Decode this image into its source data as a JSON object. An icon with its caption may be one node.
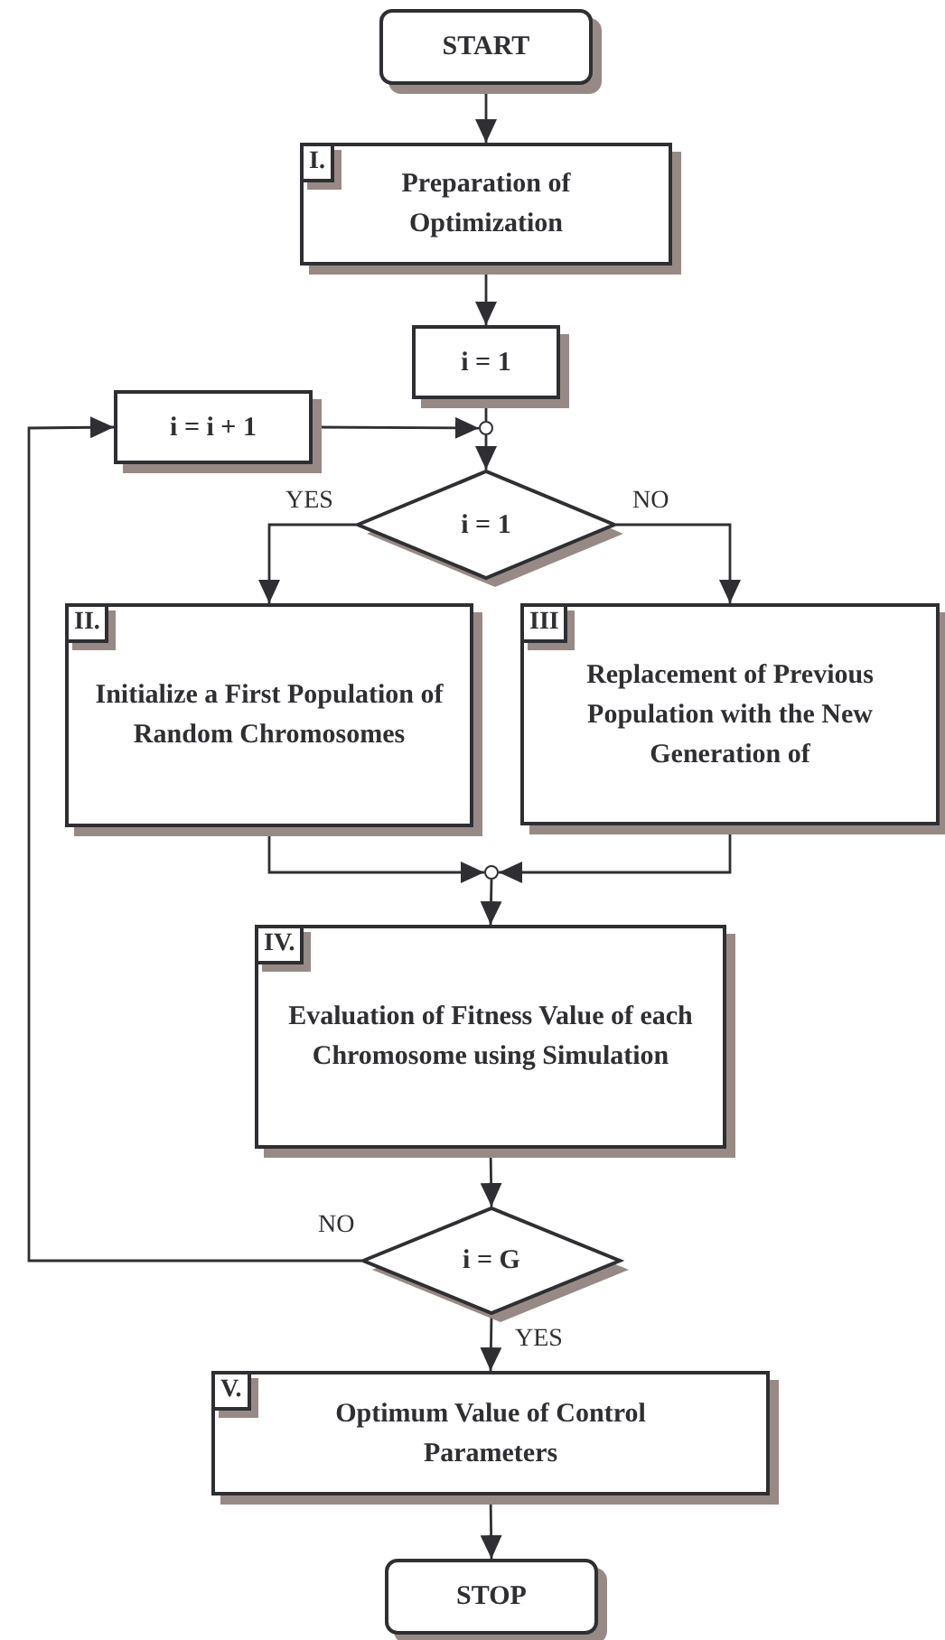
{
  "diagram": {
    "nodes": [
      {
        "text": [
          "START"
        ]
      },
      {
        "text": [
          "I.",
          "Preparation of Optimization"
        ]
      },
      {
        "text": [
          "i = 1"
        ]
      },
      {
        "text": [
          "i = i + 1"
        ]
      },
      {
        "text": [],
        "shape": "circle"
      },
      {
        "text": [
          "i = 1"
        ]
      },
      {
        "text": [
          "II.",
          "Initialize a First Population of Random Chromosomes"
        ]
      },
      {
        "text": [
          "III",
          "Replacement of Previous Population with the New Generation of"
        ]
      },
      {
        "text": [],
        "shape": "circle"
      },
      {
        "text": [
          "IV.",
          "Evaluation of Fitness Value of each Chromosome using Simulation"
        ]
      },
      {
        "text": [
          "i = G"
        ]
      },
      {
        "text": [
          "V.",
          "Optimum Value of Control Parameters"
        ]
      },
      {
        "text": [
          "STOP"
        ]
      }
    ],
    "edges": [
      {
        "from": 0,
        "to": 1,
        "arrow": "to"
      },
      {
        "from": 1,
        "to": 2,
        "arrow": "to"
      },
      {
        "from": 2,
        "to": 4,
        "arrow": "none"
      },
      {
        "from": 3,
        "to": 4,
        "arrow": "to"
      },
      {
        "from": 4,
        "to": 5,
        "arrow": "to"
      },
      {
        "from": 5,
        "to": 6,
        "arrow": "to",
        "label": "YES"
      },
      {
        "from": 5,
        "to": 7,
        "arrow": "to",
        "label": "NO"
      },
      {
        "from": 6,
        "to": 8,
        "arrow": "to"
      },
      {
        "from": 7,
        "to": 8,
        "arrow": "to"
      },
      {
        "from": 8,
        "to": 9,
        "arrow": "to"
      },
      {
        "from": 9,
        "to": 10,
        "arrow": "to"
      },
      {
        "from": 10,
        "to": 3,
        "arrow": "to",
        "label": "NO"
      },
      {
        "from": 10,
        "to": 11,
        "arrow": "to",
        "label": "YES"
      },
      {
        "from": 11,
        "to": 12,
        "arrow": "to"
      }
    ]
  }
}
